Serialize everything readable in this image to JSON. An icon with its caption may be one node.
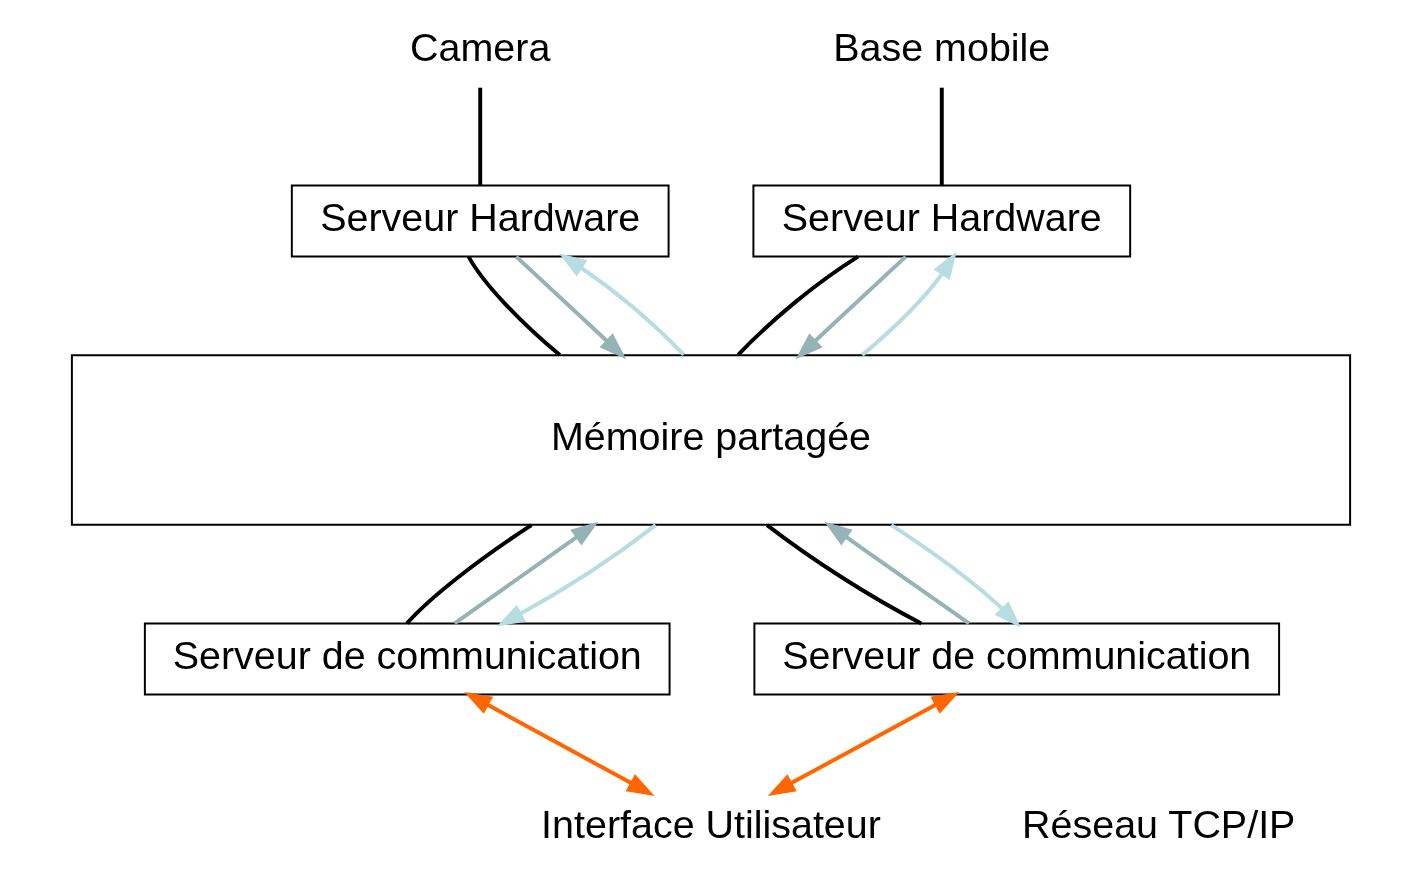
{
  "diagram": {
    "nodes": [
      {
        "text": [
          "Camera"
        ]
      },
      {
        "text": [
          "Serveur Hardware"
        ]
      },
      {
        "text": [
          "Base mobile"
        ]
      },
      {
        "text": [
          "Serveur Hardware"
        ]
      },
      {
        "text": [
          "Mémoire partagée"
        ]
      },
      {
        "text": [
          "Serveur de communication"
        ]
      },
      {
        "text": [
          "Serveur de communication"
        ]
      },
      {
        "text": [
          "Interface Utilisateur"
        ]
      }
    ],
    "edges": [
      {
        "from": 0,
        "to": 1,
        "arrow": "none"
      },
      {
        "from": 2,
        "to": 3,
        "arrow": "none"
      },
      {
        "from": 1,
        "to": 4,
        "arrow": "none"
      },
      {
        "from": 1,
        "to": 4,
        "arrow": "to",
        "color": "#95b3b7"
      },
      {
        "from": 4,
        "to": 1,
        "arrow": "to",
        "color": "#b7dde2"
      },
      {
        "from": 3,
        "to": 4,
        "arrow": "none"
      },
      {
        "from": 3,
        "to": 4,
        "arrow": "to",
        "color": "#95b3b7"
      },
      {
        "from": 4,
        "to": 3,
        "arrow": "to",
        "color": "#b7dde2"
      },
      {
        "from": 4,
        "to": 5,
        "arrow": "none"
      },
      {
        "from": 5,
        "to": 4,
        "arrow": "to",
        "color": "#95b3b7"
      },
      {
        "from": 4,
        "to": 5,
        "arrow": "to",
        "color": "#b7dde2"
      },
      {
        "from": 4,
        "to": 6,
        "arrow": "none"
      },
      {
        "from": 6,
        "to": 4,
        "arrow": "to",
        "color": "#95b3b7"
      },
      {
        "from": 4,
        "to": 6,
        "arrow": "to",
        "color": "#b7dde2"
      },
      {
        "from": 5,
        "to": 7,
        "arrow": "both",
        "color": "#ff6600"
      },
      {
        "from": 6,
        "to": 7,
        "arrow": "both",
        "color": "#ff6600"
      }
    ],
    "labels": [
      "Réseau TCP/IP"
    ]
  }
}
